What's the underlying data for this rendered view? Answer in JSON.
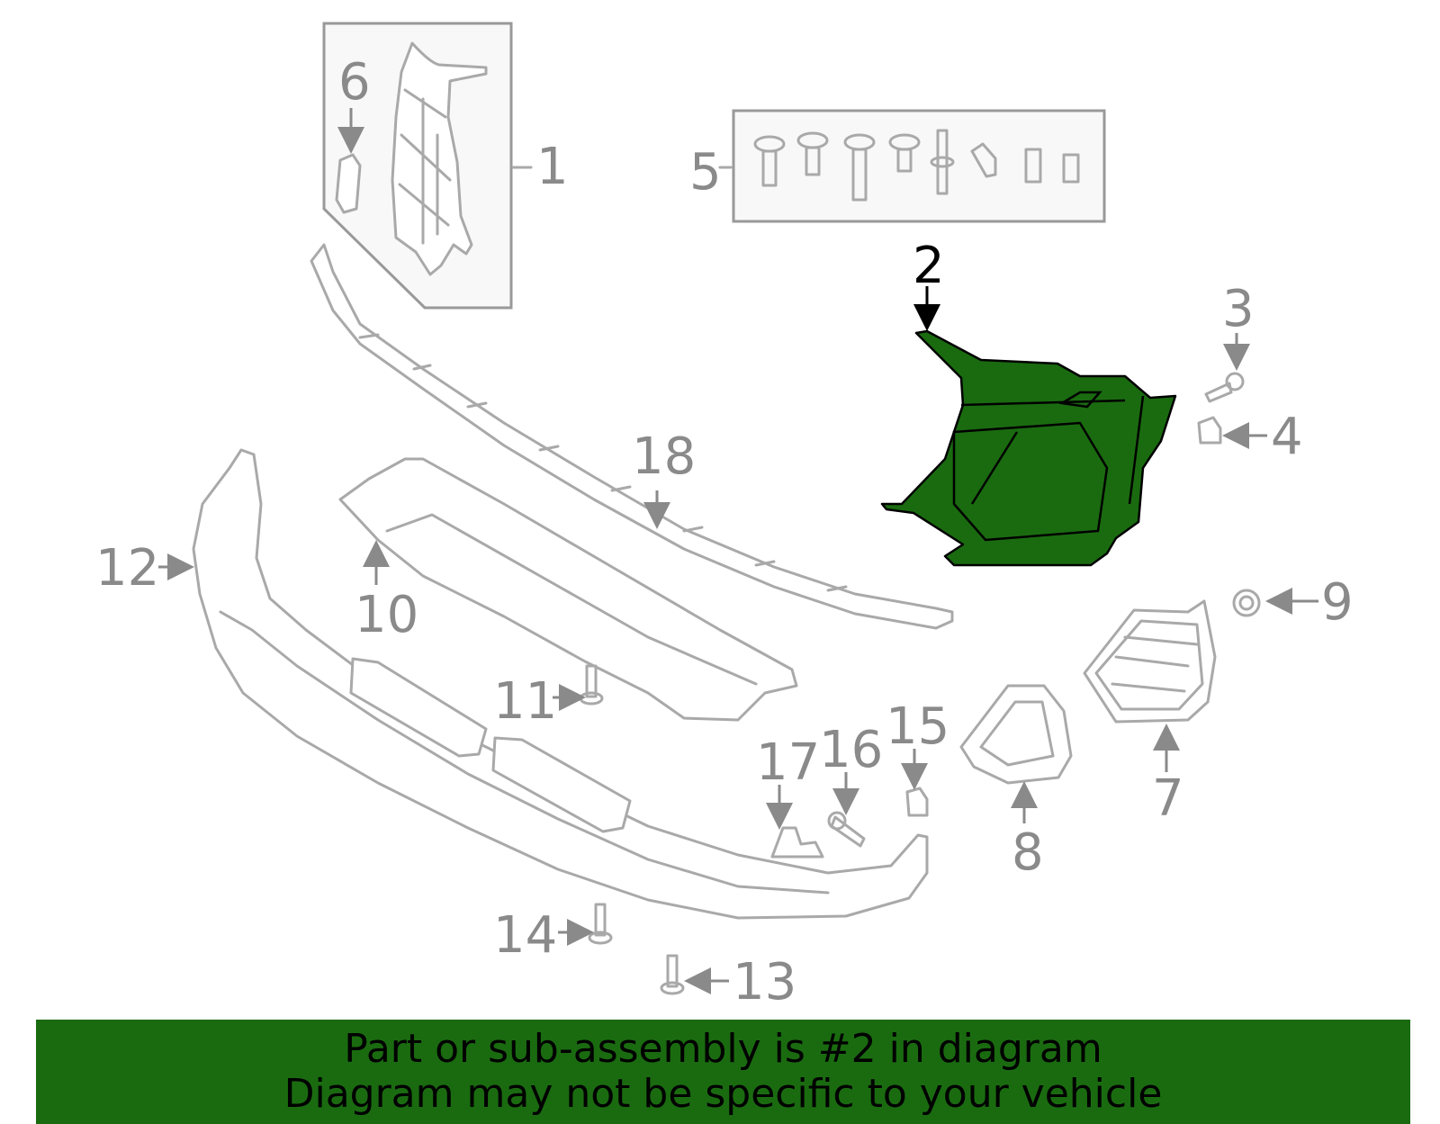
{
  "diagram": {
    "highlight_color": "#1a6b10",
    "highlighted_part": "2",
    "callouts": [
      "1",
      "2",
      "3",
      "4",
      "5",
      "6",
      "7",
      "8",
      "9",
      "10",
      "11",
      "12",
      "13",
      "14",
      "15",
      "16",
      "17",
      "18"
    ]
  },
  "banner": {
    "line1": "Part or sub-assembly is #2 in diagram",
    "line2": "Diagram may not be specific to your vehicle",
    "background": "#1a6b10"
  }
}
